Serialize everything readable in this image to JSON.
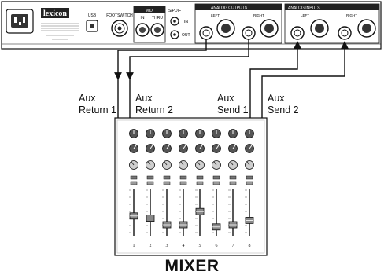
{
  "device": {
    "brand": "lexicon",
    "usb_label": "USB",
    "footswitch_label": "FOOTSWITCH",
    "midi_label": "MIDI",
    "midi_in_label": "IN",
    "midi_thru_label": "THRU",
    "spdif_label": "S/PDIF",
    "spdif_in_label": "IN",
    "spdif_out_label": "OUT",
    "analog_outputs_label": "ANALOG OUTPUTS",
    "analog_inputs_label": "ANALOG INPUTS",
    "left_label": "LEFT",
    "right_label": "RIGHT"
  },
  "labels": {
    "aux_return_1": [
      "Aux",
      "Return 1"
    ],
    "aux_return_2": [
      "Aux",
      "Return 2"
    ],
    "aux_send_1": [
      "Aux",
      "Send 1"
    ],
    "aux_send_2": [
      "Aux",
      "Send 2"
    ]
  },
  "mixer": {
    "title": "MIXER",
    "channels": [
      "1",
      "2",
      "3",
      "4",
      "5",
      "6",
      "7",
      "8"
    ],
    "fader_levels": [
      0.45,
      0.4,
      0.25,
      0.25,
      0.55,
      0.2,
      0.25,
      0.35
    ]
  },
  "colors": {
    "line": "#111111",
    "panel": "#ffffff",
    "knob_dark": "#555555",
    "knob_light": "#cfcfcf"
  }
}
